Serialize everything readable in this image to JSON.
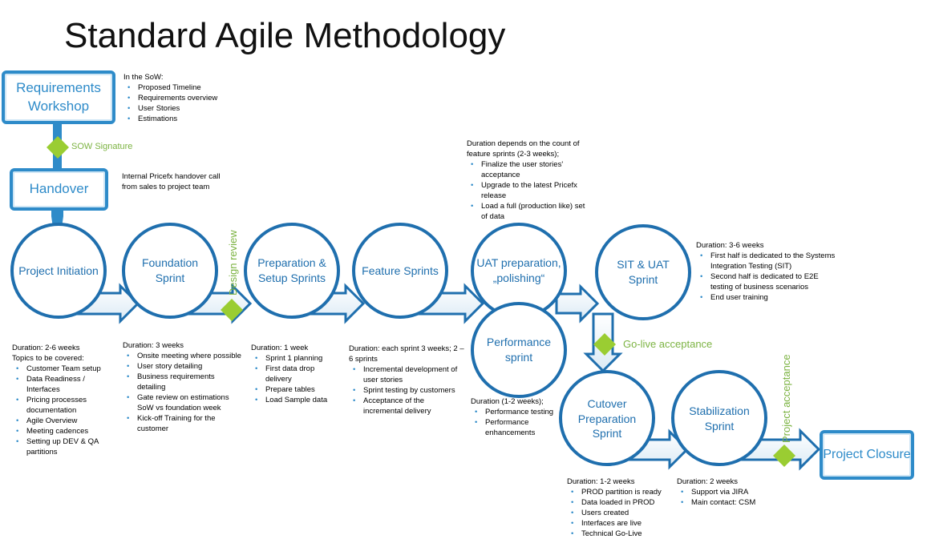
{
  "title": "Standard Agile Methodology",
  "boxes": {
    "requirements": "Requirements Workshop",
    "handover": "Handover",
    "closure": "Project Closure"
  },
  "circles": {
    "initiation": "Project Initiation",
    "foundation": "Foundation Sprint",
    "preparation": "Preparation & Setup Sprints",
    "feature": "Feature Sprints",
    "uat": "UAT preparation, „polishing“",
    "performance": "Performance sprint",
    "sit": "SIT & UAT Sprint",
    "cutover": "Cutover Preparation Sprint",
    "stabilization": "Stabilization Sprint"
  },
  "milestones": {
    "sow": "SOW Signature",
    "design": "Design review",
    "golive": "Go-live acceptance",
    "project": "Project acceptance"
  },
  "notes": {
    "sow_header": "In the SoW:",
    "sow_items": [
      "Proposed Timeline",
      "Requirements overview",
      "User Stories",
      "Estimations"
    ],
    "handover_text": "Internal Pricefx handover call from sales to project team",
    "initiation_head1": "Duration: 2-6 weeks",
    "initiation_head2": "Topics to be covered:",
    "initiation_items": [
      "Customer Team setup",
      "Data Readiness / Interfaces",
      "Pricing processes documentation",
      "Agile Overview",
      "Meeting cadences",
      "Setting up DEV & QA partitions"
    ],
    "foundation_head": "Duration: 3 weeks",
    "foundation_items": [
      "Onsite meeting where possible",
      "User story detailing",
      "Business requirements detailing",
      "Gate review on estimations SoW vs foundation week",
      "Kick-off Training for the customer"
    ],
    "preparation_head": "Duration: 1 week",
    "preparation_items": [
      "Sprint 1 planning",
      "First data drop delivery",
      "Prepare tables",
      "Load Sample data"
    ],
    "feature_head": "Duration: each sprint 3 weeks; 2 – 6 sprints",
    "feature_items": [
      "Incremental development of user stories",
      "Sprint testing by customers",
      "Acceptance of the incremental delivery"
    ],
    "uat_head": "Duration depends on the count of feature sprints (2-3 weeks);",
    "uat_items": [
      "Finalize the user stories' acceptance",
      "Upgrade to the latest Pricefx release",
      "Load a full (production like) set of data"
    ],
    "performance_head": "Duration (1-2 weeks);",
    "performance_items": [
      "Performance testing",
      "Performance enhancements"
    ],
    "sit_head": "Duration: 3-6 weeks",
    "sit_items": [
      "First half is dedicated to the Systems Integration Testing (SIT)",
      "Second half is dedicated to E2E testing of business scenarios",
      "End user training"
    ],
    "cutover_head": "Duration: 1-2 weeks",
    "cutover_items": [
      "PROD partition is ready",
      "Data loaded in PROD",
      "Users created",
      "Interfaces are live",
      "Technical Go-Live"
    ],
    "stabilization_head": "Duration: 2 weeks",
    "stabilization_items": [
      "Support via JIRA",
      "Main contact: CSM"
    ]
  },
  "colors": {
    "blue": "#2E8BC9",
    "dark_blue": "#1F6FAE",
    "green": "#7CB342",
    "diamond": "#9ACD32"
  }
}
